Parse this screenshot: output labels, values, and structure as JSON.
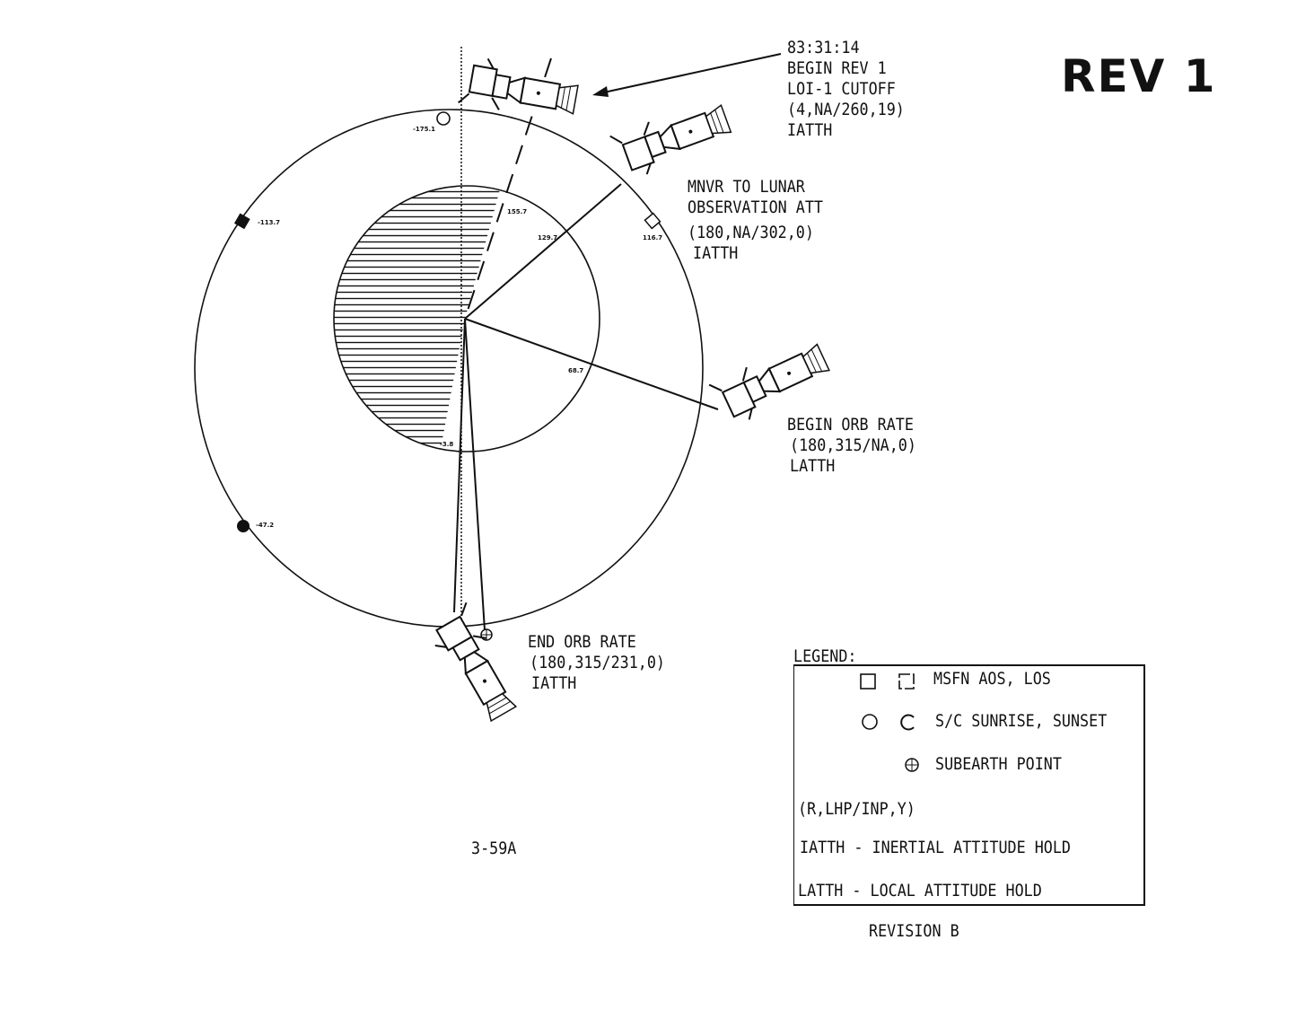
{
  "title": "REV 1",
  "events": {
    "loi_cutoff": [
      "83:31:14",
      "BEGIN REV 1",
      "LOI-1 CUTOFF",
      "(4,NA/260,19)",
      "IATTH"
    ],
    "mnvr": [
      "MNVR TO LUNAR",
      "OBSERVATION ATT",
      "(180,NA/302,0)",
      "IATTH"
    ],
    "begin_orb_rate": [
      "BEGIN ORB RATE",
      "(180,315/NA,0)",
      "LATTH"
    ],
    "end_orb_rate": [
      "END ORB RATE",
      "(180,315/231,0)",
      "IATTH"
    ]
  },
  "orbit_labels": {
    "sunrise": "-175.1",
    "los": "-113.7",
    "aos": "116.7",
    "t155": "155.7",
    "t129": "129.7",
    "t68": "68.7",
    "t3": "-3.8",
    "sunset": "-47.2"
  },
  "legend": {
    "title": "LEGEND:",
    "msfn": "MSFN AOS, LOS",
    "sc": "S/C SUNRISE, SUNSET",
    "subearth": "SUBEARTH POINT",
    "format": "(R,LHP/INP,Y)",
    "iatth": "IATTH - INERTIAL ATTITUDE HOLD",
    "latth": "LATTH - LOCAL ATTITUDE HOLD"
  },
  "page_number": "3-59A",
  "revision": "REVISION B"
}
